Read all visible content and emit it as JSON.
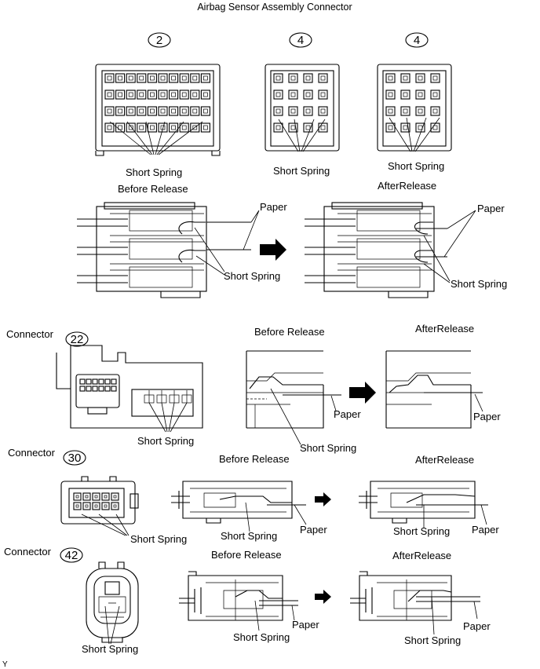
{
  "title": "Airbag Sensor Assembly Connector",
  "top_section": {
    "connectors": [
      {
        "number": "2",
        "label": "Short Spring"
      },
      {
        "number": "4",
        "label": "Short Spring"
      },
      {
        "number": "4",
        "label": "Short Spring"
      }
    ],
    "before_label": "Before Release",
    "after_label": "AfterRelease",
    "paper_label": "Paper",
    "short_spring_label": "Short Spring"
  },
  "rows": [
    {
      "connector_label": "Connector",
      "number": "22",
      "spring_label": "Short Spring",
      "before_label": "Before Release",
      "after_label": "AfterRelease",
      "paper_label": "Paper",
      "short_spring_label": "Short Spring"
    },
    {
      "connector_label": "Connector",
      "number": "30",
      "spring_label": "Short Spring",
      "before_label": "Before Release",
      "after_label": "AfterRelease",
      "paper_label": "Paper",
      "short_spring_label": "Short Spring"
    },
    {
      "connector_label": "Connector",
      "number": "42",
      "spring_label": "Short Spring",
      "before_label": "Before Release",
      "after_label": "AfterRelease",
      "paper_label": "Paper",
      "short_spring_label": "Short Spring"
    }
  ],
  "footer_code": "Y"
}
